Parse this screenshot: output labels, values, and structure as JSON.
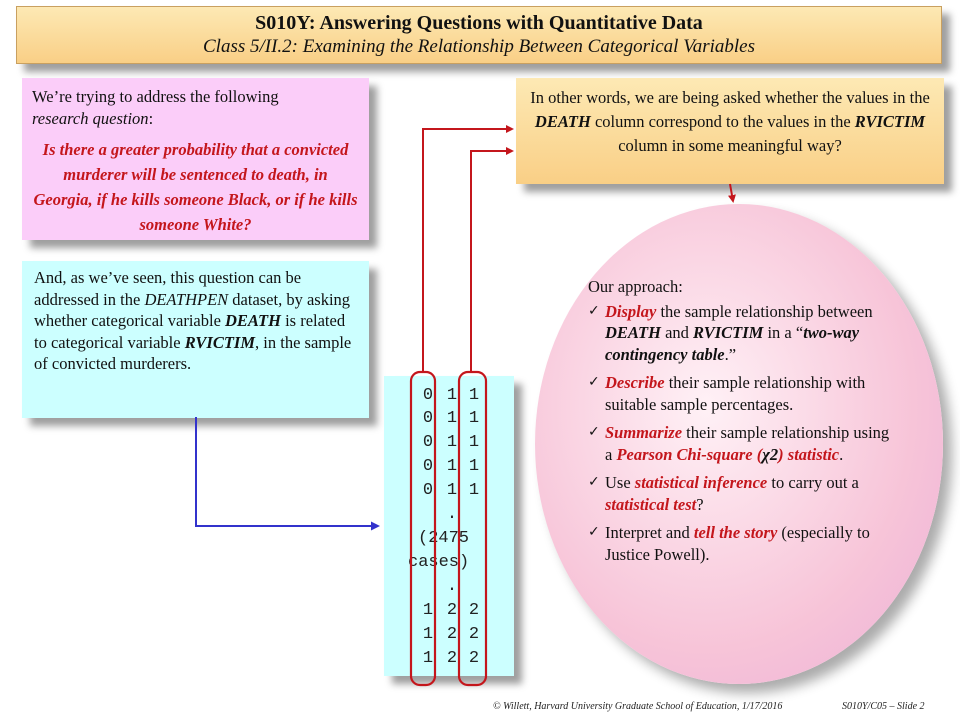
{
  "title": {
    "main": "S010Y: Answering Questions with Quantitative Data",
    "sub": "Class 5/II.2:  Examining the Relationship Between Categorical Variables"
  },
  "research_box": {
    "line1": "We’re trying to address the following",
    "line2_italic": "research question",
    "line2_rest": ":",
    "question": "Is there a greater probability that a convicted murderer will be sentenced to death, in Georgia, if he kills someone Black, or if he kills someone White?"
  },
  "dataset_box": {
    "t1": "And, as we’ve seen, this question can be addressed in the ",
    "dataset": "DEATHPEN",
    "t2": " dataset, by asking whether categorical variable ",
    "var1": "DEATH",
    "t3": " is related to categorical variable ",
    "var2": "RVICTIM",
    "t4": ", in the sample of convicted murderers."
  },
  "other_words_box": {
    "t1": "In other words, we are being asked whether the values in the ",
    "var1": "DEATH",
    "t2": " column correspond to the values in the ",
    "var2": "RVICTIM",
    "t3": " column in some meaningful way?"
  },
  "data_columns": {
    "top_rows": [
      [
        "0",
        "1",
        "1"
      ],
      [
        "0",
        "1",
        "1"
      ],
      [
        "0",
        "1",
        "1"
      ],
      [
        "0",
        "1",
        "1"
      ],
      [
        "0",
        "1",
        "1"
      ]
    ],
    "dot": ".",
    "count_line1": "(2475",
    "count_line2": "cases)",
    "bottom_rows": [
      [
        "1",
        "2",
        "2"
      ],
      [
        "1",
        "2",
        "2"
      ],
      [
        "1",
        "2",
        "2"
      ]
    ]
  },
  "approach": {
    "heading": "Our approach:",
    "items": {
      "i1": {
        "a": "Display",
        "b": " the sample relationship between ",
        "c": "DEATH",
        "d": " and ",
        "e": "RVICTIM",
        "f": " in a “",
        "g": "two-way contingency table",
        "h": ".”"
      },
      "i2": {
        "a": "Describe",
        "b": " their sample relationship with suitable sample percentages."
      },
      "i3": {
        "a": "Summarize",
        "b": " their sample relationship using a ",
        "c": "Pearson Chi-square (",
        "d": "χ2",
        "e": ") statistic",
        "f": "."
      },
      "i4": {
        "a": "Use ",
        "b": "statistical inference",
        "c": " to carry out a ",
        "d": "statistical test",
        "e": "?"
      },
      "i5": {
        "a": "Interpret and ",
        "b": "tell the story",
        "c": " (especially to Justice Powell)."
      }
    }
  },
  "footer": {
    "left": "© Willett, Harvard University Graduate School of Education, 1/17/2016",
    "right": "S010Y/C05 – Slide 2"
  },
  "colors": {
    "accent_red": "#c4161c",
    "connector_blue": "#3333cc",
    "pink_box": "#fbcdf9",
    "cyan_box": "#ccffff",
    "peach_box": "#f9cf86"
  }
}
